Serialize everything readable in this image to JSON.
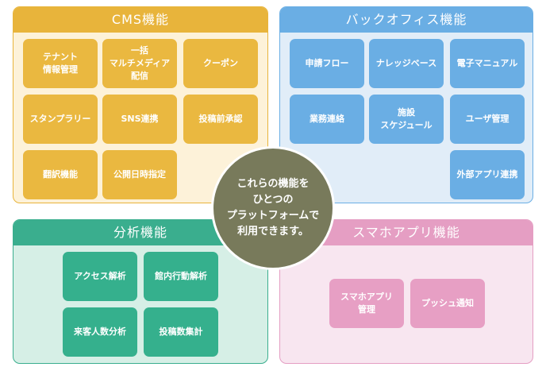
{
  "cms": {
    "title": "CMS機能",
    "items": [
      "テナント\n情報管理",
      "一括\nマルチメディア\n配信",
      "クーポン",
      "スタンプラリー",
      "SNS連携",
      "投稿前承認",
      "翻訳機能",
      "公開日時指定"
    ]
  },
  "backoffice": {
    "title": "バックオフィス機能",
    "items": [
      "申請フロー",
      "ナレッジベース",
      "電子マニュアル",
      "業務連絡",
      "施設\nスケジュール",
      "ユーザ管理",
      "外部アプリ連携"
    ]
  },
  "analytics": {
    "title": "分析機能",
    "items": [
      "アクセス解析",
      "館内行動解析",
      "来客人数分析",
      "投稿数集計"
    ]
  },
  "app": {
    "title": "スマホアプリ機能",
    "items": [
      "スマホアプリ\n管理",
      "プッシュ通知"
    ]
  },
  "center": {
    "text": "これらの機能を\nひとつの\nプラットフォームで\n利用できます。"
  },
  "colors": {
    "cms": "#e8b43b",
    "backoffice": "#6aaee4",
    "analytics": "#3aae8e",
    "app": "#e59ec3",
    "center": "#787a5b"
  }
}
